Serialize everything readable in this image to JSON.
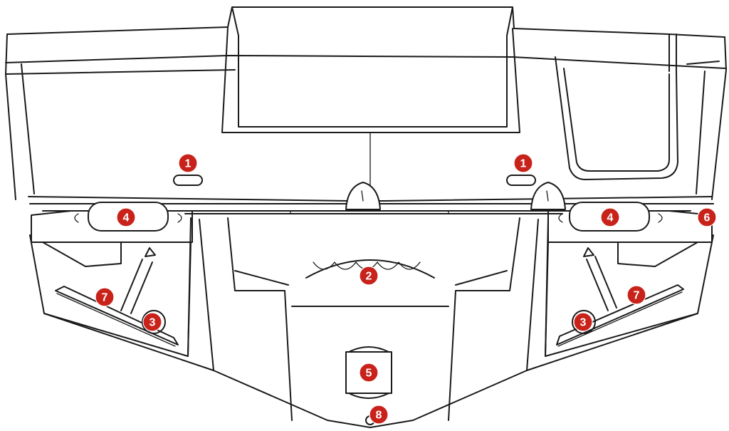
{
  "diagram": {
    "accent_color": "#c8221a",
    "line_color": "#1a1a1a",
    "background_color": "#ffffff"
  },
  "callouts": [
    {
      "id": "1a",
      "label": "1"
    },
    {
      "id": "1b",
      "label": "1"
    },
    {
      "id": "2",
      "label": "2"
    },
    {
      "id": "3a",
      "label": "3"
    },
    {
      "id": "3b",
      "label": "3"
    },
    {
      "id": "4a",
      "label": "4"
    },
    {
      "id": "4b",
      "label": "4"
    },
    {
      "id": "5",
      "label": "5"
    },
    {
      "id": "6",
      "label": "6"
    },
    {
      "id": "7a",
      "label": "7"
    },
    {
      "id": "7b",
      "label": "7"
    },
    {
      "id": "8",
      "label": "8"
    }
  ]
}
